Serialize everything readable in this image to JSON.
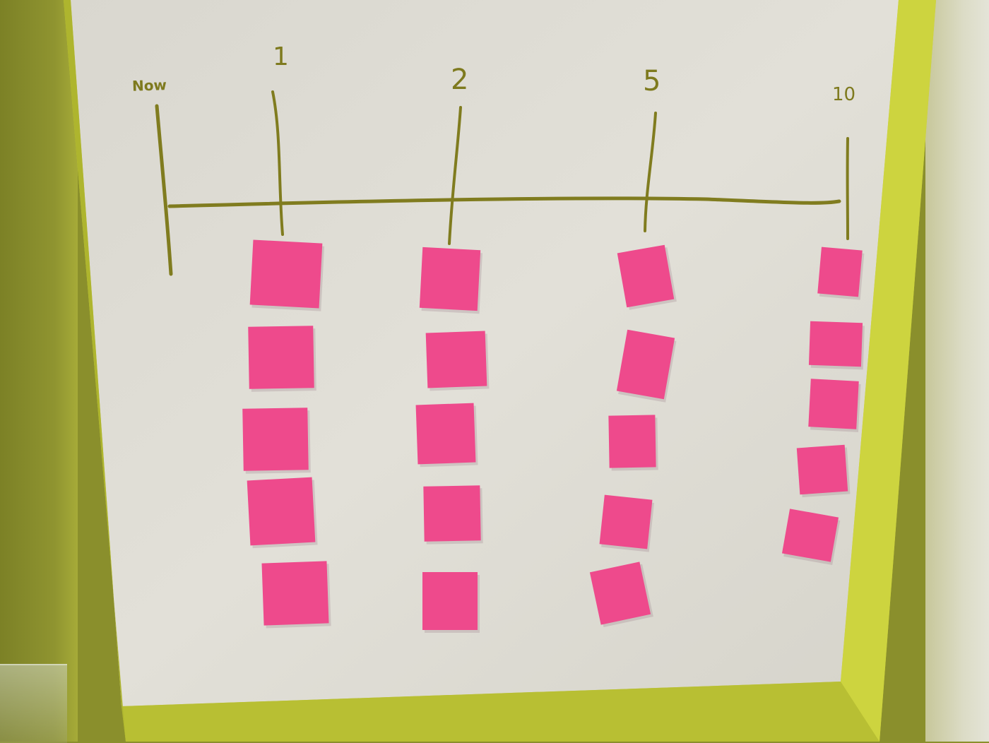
{
  "scene": {
    "frame_color": "#c9d13a",
    "board_color": "#dedcd4",
    "ink_color": "#7e7a1e",
    "note_color": "#ee4a8c"
  },
  "timeline": {
    "start_label": "Now",
    "ticks": [
      {
        "label": "1",
        "notes": 5
      },
      {
        "label": "2",
        "notes": 5
      },
      {
        "label": "5",
        "notes": 5
      },
      {
        "label": "10",
        "notes": 5
      }
    ]
  }
}
